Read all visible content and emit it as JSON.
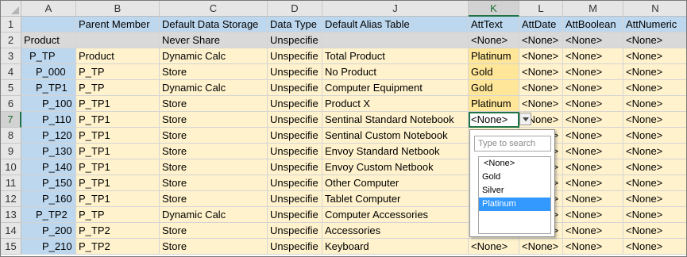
{
  "columns": [
    "A",
    "B",
    "C",
    "D",
    "J",
    "K",
    "L",
    "M",
    "N"
  ],
  "active_column": "K",
  "active_row": 7,
  "header_row": {
    "num": 1,
    "cells": [
      "",
      "Parent Member",
      "Default Data Storage",
      "Data Type",
      "Default Alias Table",
      "AttText",
      "AttDate",
      "AttBoolean",
      "AttNumeric"
    ]
  },
  "rows": [
    {
      "num": 2,
      "cells": [
        "Product",
        "",
        "Never Share",
        "Unspecifie",
        "",
        "<None>",
        "<None>",
        "<None>",
        "<None>"
      ]
    },
    {
      "num": 3,
      "cells": [
        "P_TP",
        "Product",
        "Dynamic Calc",
        "Unspecifie",
        "Total Product",
        "Platinum",
        "<None>",
        "<None>",
        "<None>"
      ]
    },
    {
      "num": 4,
      "cells": [
        "P_000",
        "P_TP",
        "Store",
        "Unspecifie",
        "No Product",
        "Gold",
        "<None>",
        "<None>",
        "<None>"
      ]
    },
    {
      "num": 5,
      "cells": [
        "P_TP1",
        "P_TP",
        "Dynamic Calc",
        "Unspecifie",
        "Computer Equipment",
        "Gold",
        "<None>",
        "<None>",
        "<None>"
      ]
    },
    {
      "num": 6,
      "cells": [
        "P_100",
        "P_TP1",
        "Store",
        "Unspecifie",
        "Product X",
        "Platinum",
        "<None>",
        "<None>",
        "<None>"
      ]
    },
    {
      "num": 7,
      "cells": [
        "P_110",
        "P_TP1",
        "Store",
        "Unspecifie",
        "Sentinal Standard Notebook",
        "<None>",
        "<None>",
        "<None>",
        "<None>"
      ]
    },
    {
      "num": 8,
      "cells": [
        "P_120",
        "P_TP1",
        "Store",
        "Unspecifie",
        "Sentinal Custom Notebook",
        "",
        "<None>",
        "<None>",
        "<None>"
      ]
    },
    {
      "num": 9,
      "cells": [
        "P_130",
        "P_TP1",
        "Store",
        "Unspecifie",
        "Envoy Standard Netbook",
        "",
        "<None>",
        "<None>",
        "<None>"
      ]
    },
    {
      "num": 10,
      "cells": [
        "P_140",
        "P_TP1",
        "Store",
        "Unspecifie",
        "Envoy Custom Netbook",
        "",
        "<None>",
        "<None>",
        "<None>"
      ]
    },
    {
      "num": 11,
      "cells": [
        "P_150",
        "P_TP1",
        "Store",
        "Unspecifie",
        "Other Computer",
        "",
        "<None>",
        "<None>",
        "<None>"
      ]
    },
    {
      "num": 12,
      "cells": [
        "P_160",
        "P_TP1",
        "Store",
        "Unspecifie",
        "Tablet Computer",
        "",
        "<None>",
        "<None>",
        "<None>"
      ]
    },
    {
      "num": 13,
      "cells": [
        "P_TP2",
        "P_TP",
        "Dynamic Calc",
        "Unspecifie",
        "Computer Accessories",
        "",
        "<None>",
        "<None>",
        "<None>"
      ]
    },
    {
      "num": 14,
      "cells": [
        "P_200",
        "P_TP2",
        "Store",
        "Unspecifie",
        "Accessories",
        "",
        "<None>",
        "<None>",
        "<None>"
      ]
    },
    {
      "num": 15,
      "cells": [
        "P_210",
        "P_TP2",
        "Store",
        "Unspecifie",
        "Keyboard",
        "<None>",
        "<None>",
        "<None>",
        "<None>"
      ]
    }
  ],
  "dropdown": {
    "search_placeholder": "Type to search",
    "options": [
      "<None>",
      "Gold",
      "Silver",
      "Platinum"
    ],
    "highlighted": "Platinum"
  },
  "colors": {
    "header_blue": "#bdd7ee",
    "data_yellow": "#fff2cc",
    "root_grey": "#d9d9d9",
    "att_gold": "#ffe699",
    "selection_green": "#217346",
    "list_highlight": "#3399ff"
  }
}
